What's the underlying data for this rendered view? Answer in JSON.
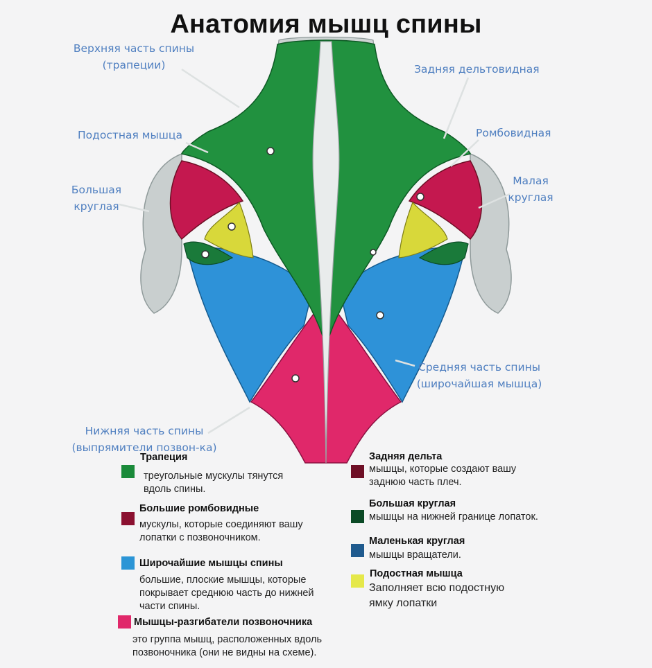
{
  "title": "Анатомия мышц спины",
  "labels": {
    "upper_back": [
      "Верхняя часть спины",
      "(трапеции)"
    ],
    "infraspinatus": "Подостная мышца",
    "teres_major": [
      "Большая",
      "круглая"
    ],
    "lower_back": [
      "Нижняя часть спины",
      "(выпрямители позвон-ка)"
    ],
    "rear_delt": "Задняя дельтовидная",
    "rhomboid": "Ромбовидная",
    "teres_minor": [
      "Малая",
      "круглая"
    ],
    "mid_back": [
      "Средняя часть спины",
      "(широчайшая мышца)"
    ]
  },
  "legend": {
    "left": [
      {
        "title": "Трапеция",
        "desc": [
          "треугольные мускулы тянутся",
          "вдоль спины."
        ],
        "color": "#1a8a3a"
      },
      {
        "title": "Большие ромбовидные",
        "desc": [
          "мускулы, которые соединяют вашу",
          "лопатки с позвоночником."
        ],
        "color": "#8b1030"
      },
      {
        "title": "Широчайшие мышцы спины",
        "desc": [
          "большие, плоские мышцы, которые",
          "покрывает среднюю часть до нижней",
          "части спины."
        ],
        "color": "#2b95d6"
      },
      {
        "title": "Мышцы-разгибатели позвоночника",
        "desc": [
          "это группа мышц, расположенных вдоль",
          "позвоночника (они не видны на схеме)."
        ],
        "color": "#e0286a"
      }
    ],
    "right": [
      {
        "title": "Задняя дельта",
        "desc": [
          "мышцы, которые создают вашу",
          "заднюю часть плеч."
        ],
        "color": "#6e0f26"
      },
      {
        "title": "Большая круглая",
        "desc": [
          "мышцы на нижней границе лопаток."
        ],
        "color": "#0b4a26"
      },
      {
        "title": "Маленькая круглая",
        "desc": [
          "мышцы вращатели."
        ],
        "color": "#1f5a8e"
      },
      {
        "title": "Подостная мышца",
        "desc": [
          "Заполняет всю подостную",
          "ямку лопатки"
        ],
        "color": "#e5e84a"
      }
    ]
  }
}
